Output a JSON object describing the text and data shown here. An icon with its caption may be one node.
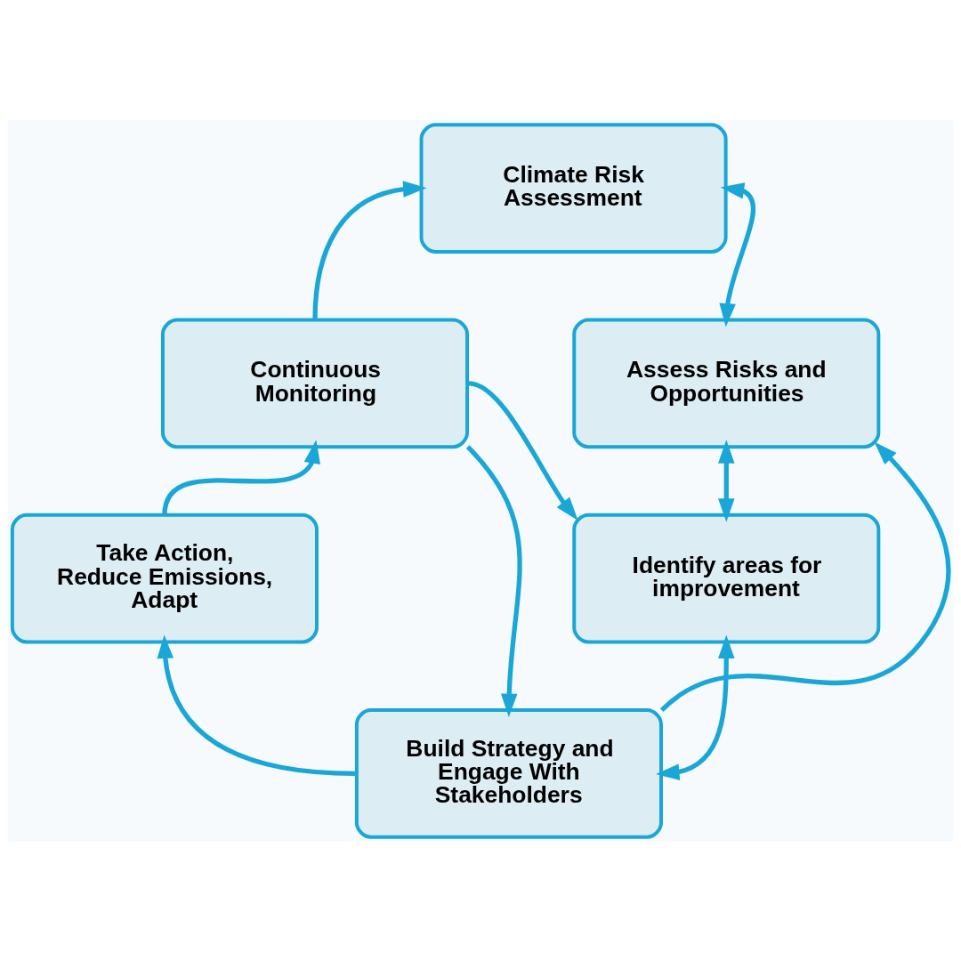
{
  "diagram": {
    "nodes": [
      {
        "text": [
          "Climate Risk Assessment"
        ]
      },
      {
        "text": [
          "Continuous Monitoring"
        ]
      },
      {
        "text": [
          "Assess Risks and Opportunities"
        ]
      },
      {
        "text": [
          "Take Action, Reduce Emissions, Adapt"
        ]
      },
      {
        "text": [
          "Identify areas for improvement"
        ]
      },
      {
        "text": [
          "Build Strategy and Engage With Stakeholders"
        ]
      }
    ],
    "edges": [
      {
        "from": 1,
        "to": 0,
        "arrow": "to"
      },
      {
        "from": 0,
        "to": 2,
        "arrow": "both"
      },
      {
        "from": 2,
        "to": 4,
        "arrow": "both"
      },
      {
        "from": 4,
        "to": 5,
        "arrow": "both"
      },
      {
        "from": 5,
        "to": 3,
        "arrow": "to"
      },
      {
        "from": 3,
        "to": 1,
        "arrow": "to"
      },
      {
        "from": 1,
        "to": 5,
        "arrow": "to"
      },
      {
        "from": 1,
        "to": 4,
        "arrow": "to"
      },
      {
        "from": 5,
        "to": 2,
        "arrow": "to"
      }
    ]
  }
}
